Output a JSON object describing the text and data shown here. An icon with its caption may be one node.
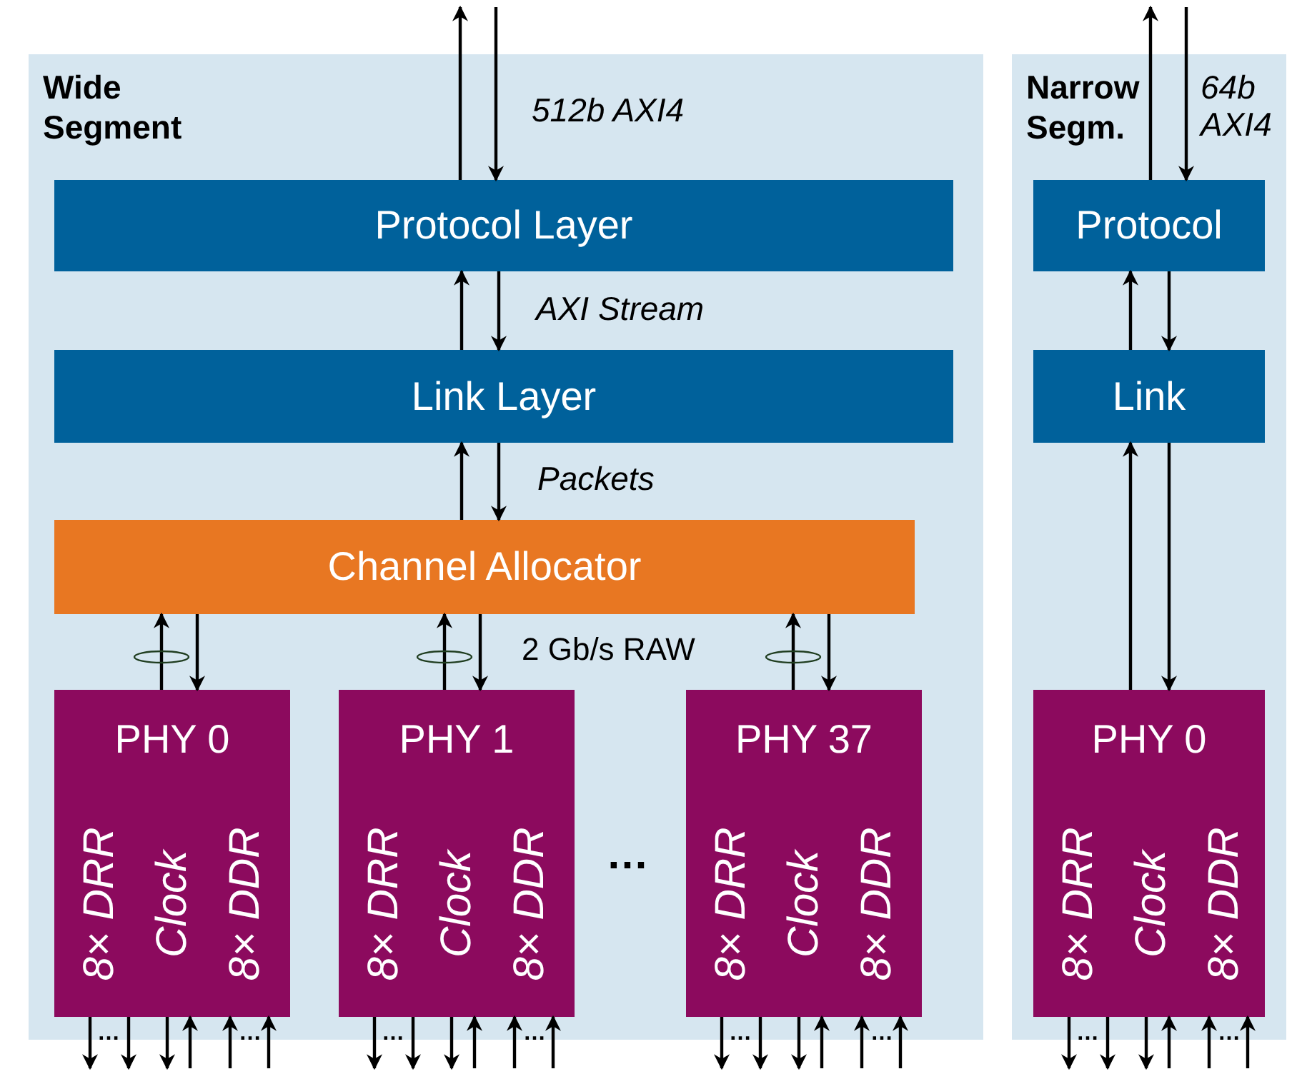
{
  "diagram": {
    "nodes": [
      {
        "text": [
          "Wide Segment"
        ]
      },
      {
        "text": [
          "Protocol Layer"
        ],
        "in": 0
      },
      {
        "text": [
          "Link Layer"
        ],
        "in": 0
      },
      {
        "text": [
          "Channel Allocator"
        ],
        "in": 0
      },
      {
        "text": [
          "PHY 0",
          "8× DRR",
          "Clock",
          "8× DDR"
        ],
        "in": 0
      },
      {
        "text": [
          "PHY 1",
          "8× DRR",
          "Clock",
          "8× DDR"
        ],
        "in": 0
      },
      {
        "text": [
          "PHY 37",
          "8× DRR",
          "Clock",
          "8× DDR"
        ],
        "in": 0
      },
      {
        "text": [
          "Narrow Segm."
        ]
      },
      {
        "text": [
          "Protocol"
        ],
        "in": 7
      },
      {
        "text": [
          "Link"
        ],
        "in": 7
      },
      {
        "text": [
          "PHY 0",
          "8× DRR",
          "Clock",
          "8× DDR"
        ],
        "in": 7
      }
    ],
    "edges": [
      {
        "from": 1,
        "to": null,
        "arrow": "to"
      },
      {
        "from": null,
        "to": 1,
        "arrow": "to",
        "label": "512b AXI4"
      },
      {
        "from": 2,
        "to": 1,
        "arrow": "to"
      },
      {
        "from": 1,
        "to": 2,
        "arrow": "to",
        "label": "AXI Stream"
      },
      {
        "from": 3,
        "to": 2,
        "arrow": "to"
      },
      {
        "from": 2,
        "to": 3,
        "arrow": "to",
        "label": "Packets"
      },
      {
        "from": 4,
        "to": 3,
        "arrow": "to"
      },
      {
        "from": 3,
        "to": 4,
        "arrow": "to"
      },
      {
        "from": 5,
        "to": 3,
        "arrow": "to"
      },
      {
        "from": 3,
        "to": 5,
        "arrow": "to"
      },
      {
        "from": 6,
        "to": 3,
        "arrow": "to"
      },
      {
        "from": 3,
        "to": 6,
        "arrow": "to"
      },
      {
        "from": 8,
        "to": null,
        "arrow": "to"
      },
      {
        "from": null,
        "to": 8,
        "arrow": "to",
        "label": "64b AXI4"
      },
      {
        "from": 9,
        "to": 8,
        "arrow": "to"
      },
      {
        "from": 8,
        "to": 9,
        "arrow": "to"
      },
      {
        "from": 10,
        "to": 9,
        "arrow": "to"
      },
      {
        "from": 9,
        "to": 10,
        "arrow": "to"
      },
      {
        "from": 4,
        "to": null,
        "arrow": "to"
      },
      {
        "from": 4,
        "to": null,
        "arrow": "to"
      },
      {
        "from": 4,
        "to": null,
        "arrow": "to"
      },
      {
        "from": null,
        "to": 4,
        "arrow": "to"
      },
      {
        "from": null,
        "to": 4,
        "arrow": "to"
      },
      {
        "from": null,
        "to": 4,
        "arrow": "to"
      },
      {
        "from": 5,
        "to": null,
        "arrow": "to"
      },
      {
        "from": 5,
        "to": null,
        "arrow": "to"
      },
      {
        "from": 5,
        "to": null,
        "arrow": "to"
      },
      {
        "from": null,
        "to": 5,
        "arrow": "to"
      },
      {
        "from": null,
        "to": 5,
        "arrow": "to"
      },
      {
        "from": null,
        "to": 5,
        "arrow": "to"
      },
      {
        "from": 6,
        "to": null,
        "arrow": "to"
      },
      {
        "from": 6,
        "to": null,
        "arrow": "to"
      },
      {
        "from": 6,
        "to": null,
        "arrow": "to"
      },
      {
        "from": null,
        "to": 6,
        "arrow": "to"
      },
      {
        "from": null,
        "to": 6,
        "arrow": "to"
      },
      {
        "from": null,
        "to": 6,
        "arrow": "to"
      },
      {
        "from": 10,
        "to": null,
        "arrow": "to"
      },
      {
        "from": 10,
        "to": null,
        "arrow": "to"
      },
      {
        "from": 10,
        "to": null,
        "arrow": "to"
      },
      {
        "from": null,
        "to": 10,
        "arrow": "to"
      },
      {
        "from": null,
        "to": 10,
        "arrow": "to"
      },
      {
        "from": null,
        "to": 10,
        "arrow": "to"
      }
    ],
    "labels": [
      "2 Gb/s RAW",
      "…",
      "…",
      "…",
      "…",
      "…",
      "…",
      "…",
      "…",
      "…"
    ]
  }
}
